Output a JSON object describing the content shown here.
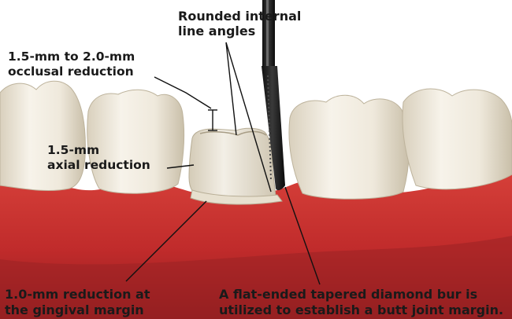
{
  "labels": {
    "rounded_angles": {
      "line1": "Rounded internal",
      "line2": "line angles"
    },
    "occlusal": {
      "line1": "1.5-mm to 2.0-mm",
      "line2": "occlusal reduction"
    },
    "axial": {
      "line1": "1.5-mm",
      "line2": "axial reduction"
    },
    "gingival": {
      "line1": "1.0-mm reduction at",
      "line2": "the gingival margin"
    },
    "bur": {
      "line1": "A flat-ended tapered diamond bur is",
      "line2": "utilized to establish a butt joint margin."
    }
  },
  "colors": {
    "gum": "#c8312f",
    "gum_dark": "#8e1c1e",
    "tooth": "#f1ece0",
    "tooth_shadow": "#c9bfa9",
    "bur": "#1b1b1b",
    "leader": "#111111"
  }
}
